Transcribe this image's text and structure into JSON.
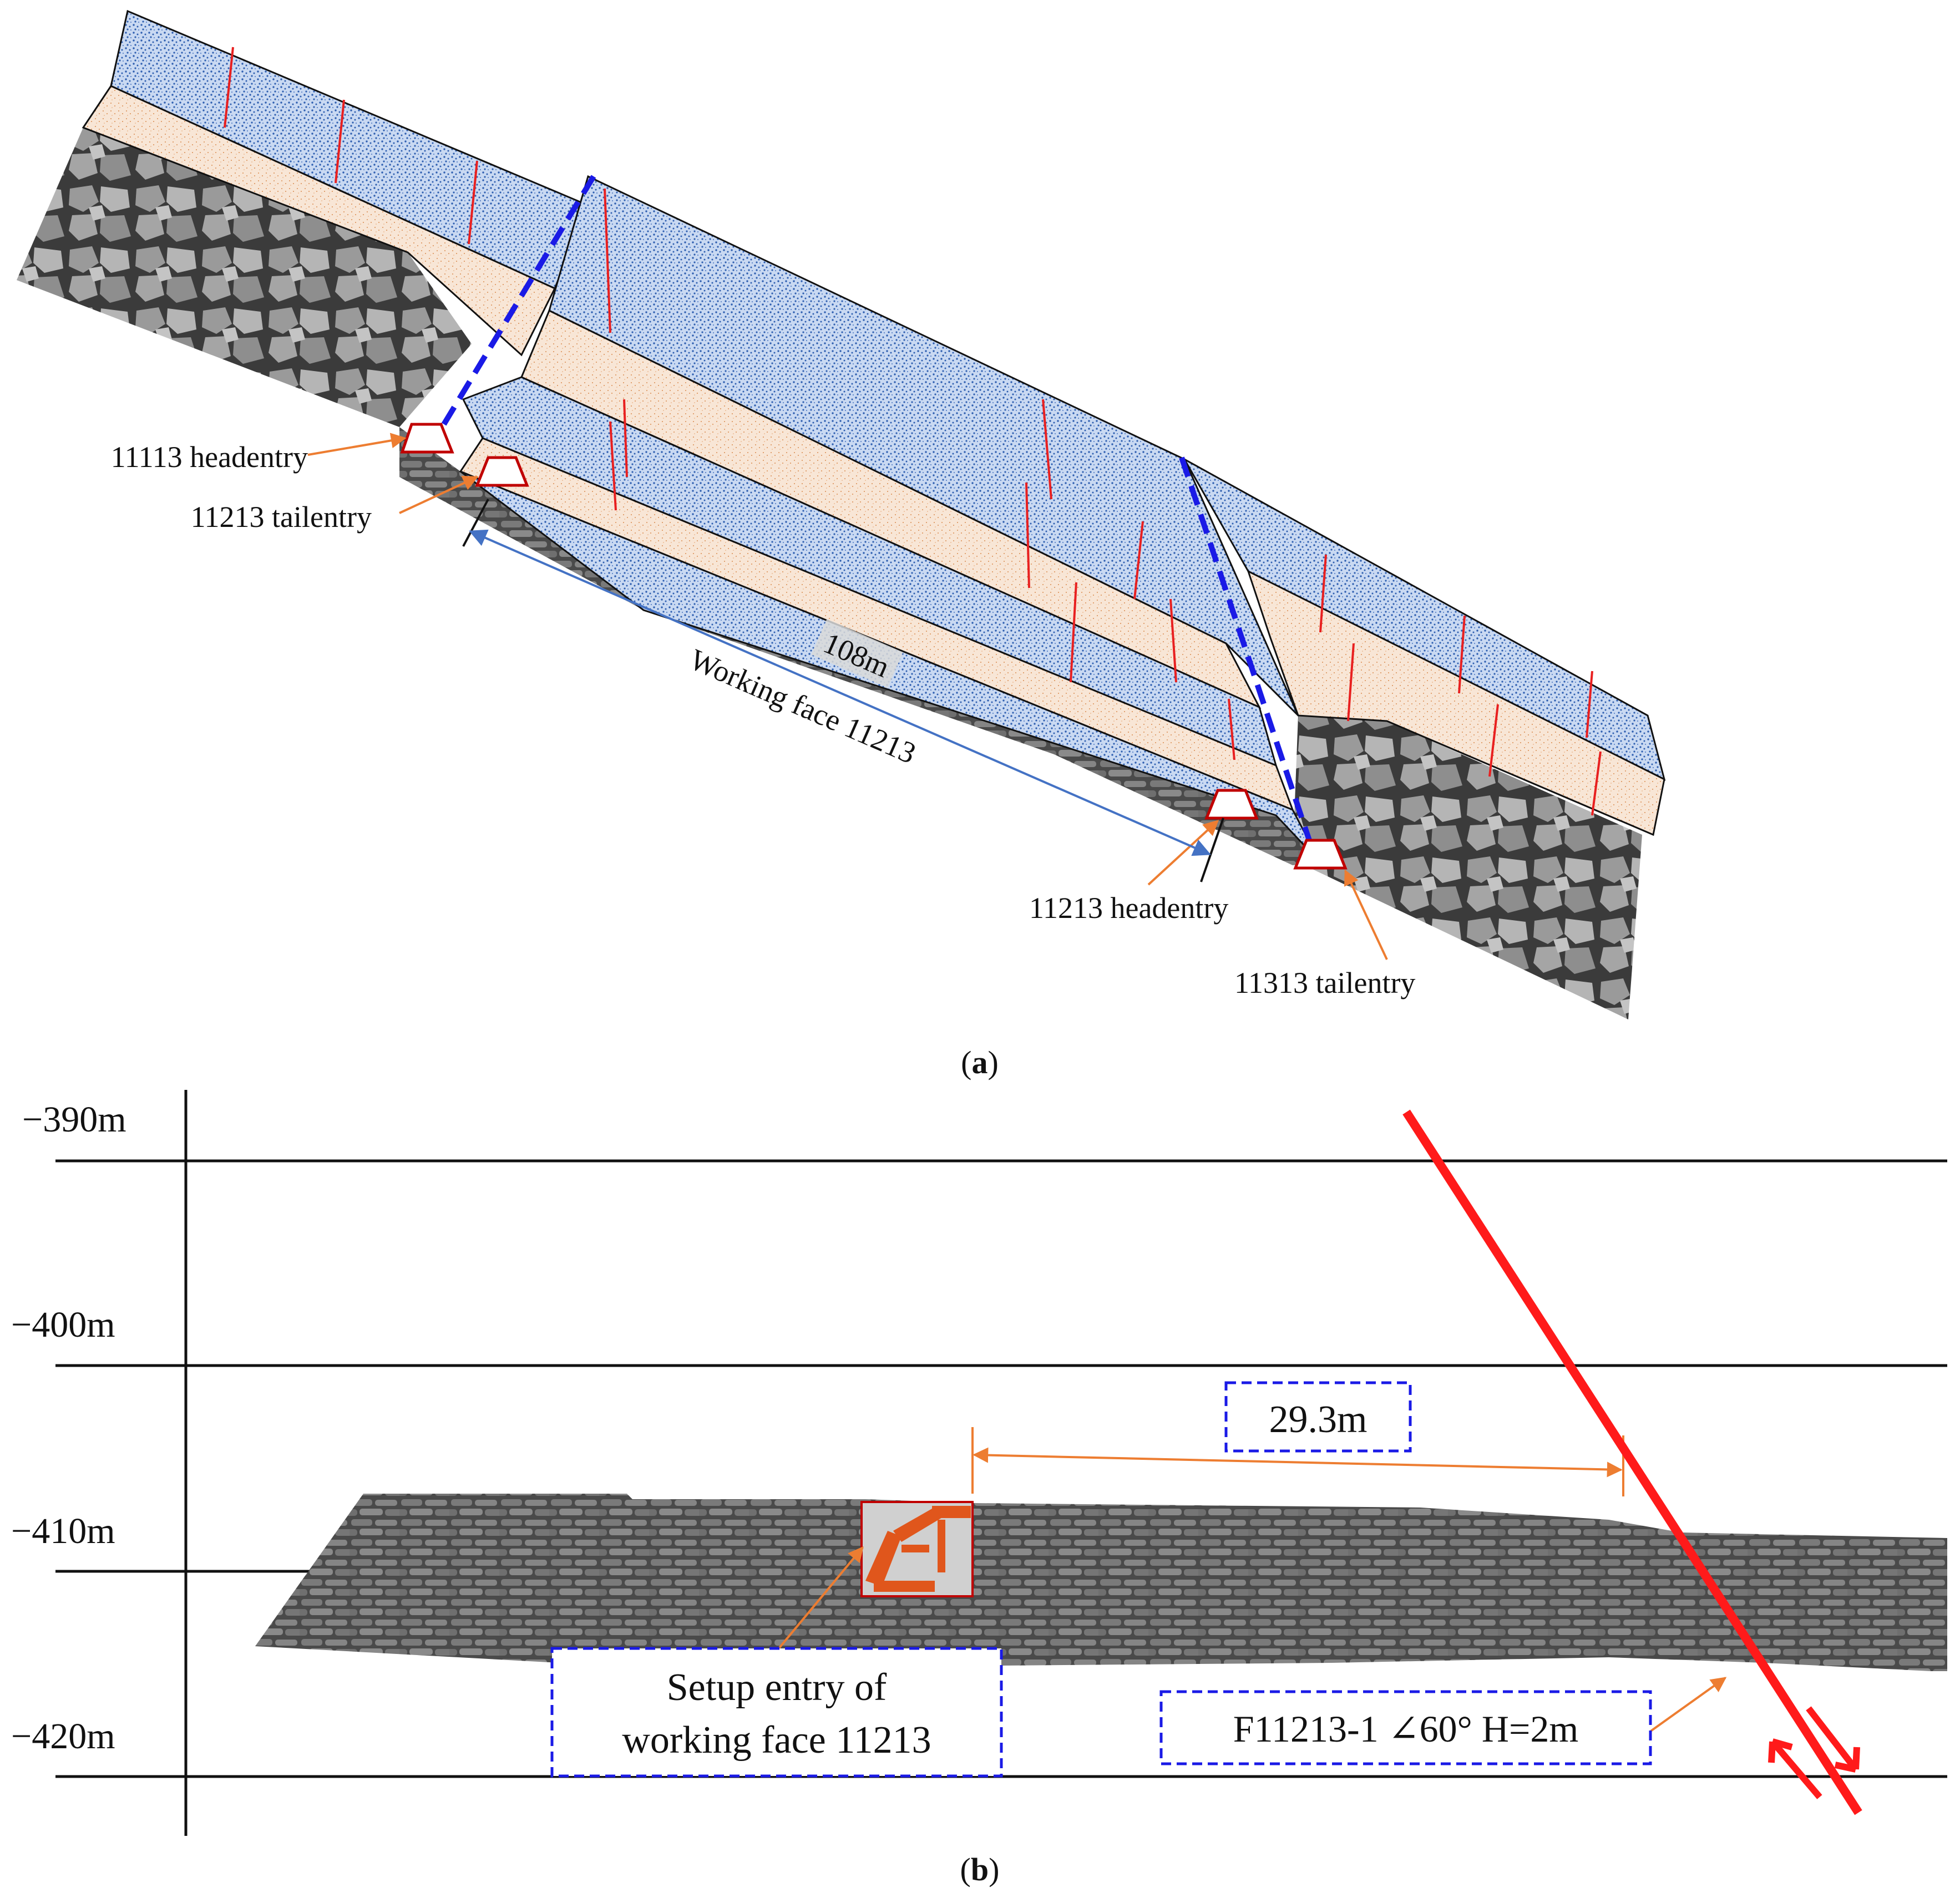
{
  "panel_a": {
    "caption_letter": "a",
    "labels": {
      "headentry_11113": "11113 headentry",
      "tailentry_11213": "11213 tailentry",
      "headentry_11213": "11213 headentry",
      "tailentry_11313": "11313 tailentry"
    },
    "dimension": {
      "length": "108m",
      "label": "Working face 11213"
    }
  },
  "panel_b": {
    "caption_letter": "b",
    "elevations": [
      "−390m",
      "−400m",
      "−410m",
      "−420m"
    ],
    "distance": "29.3m",
    "setup_entry": {
      "line1": "Setup entry of",
      "line2": "working face 11213"
    },
    "fault": "F11213-1 ∠60° H=2m"
  },
  "colors": {
    "sandstone_fill": "#c9d9f2",
    "sandstone_dots": "#2f5fb0",
    "mudstone_fill": "#f8e6d6",
    "mudstone_dots": "#d98a4d",
    "fault_blue": "#1a1ae6",
    "fault_red": "#ff1a1a",
    "fracture_red": "#e82020",
    "leader_orange": "#ed7d31",
    "dimension_blue": "#4472c4",
    "box_blue": "#1a1ae6",
    "coal_dark": "#3d3d3d",
    "gob_grey": "#8c8c8c",
    "shearer_orange": "#e0561c"
  }
}
